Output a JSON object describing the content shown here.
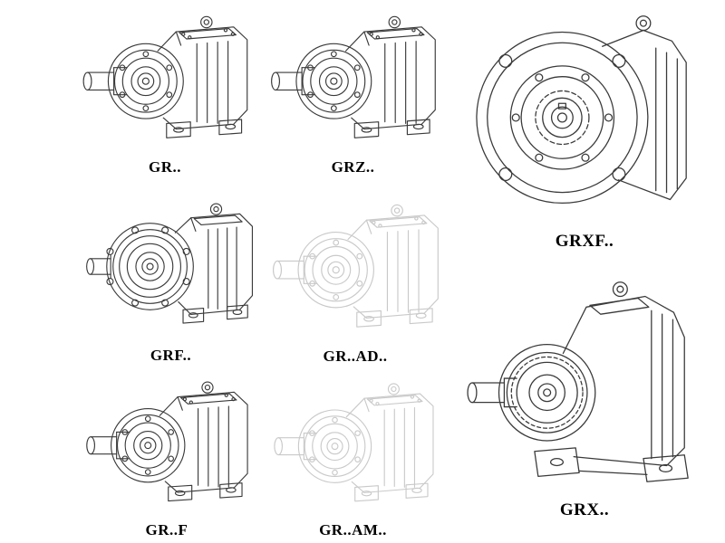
{
  "page": {
    "background": "#ffffff",
    "description": "Catalog sheet of helical gear reducer line drawings"
  },
  "colors": {
    "line": "#3a3a3a",
    "faded_line": "#c9c9c9",
    "label_text": "#000000"
  },
  "labels": {
    "gr": "GR..",
    "grz": "GRZ..",
    "grxf": "GRXF..",
    "grf": "GRF..",
    "grad": "GR..AD..",
    "gr_f": "GR..F",
    "gram": "GR..AM..",
    "grx": "GRX.."
  }
}
